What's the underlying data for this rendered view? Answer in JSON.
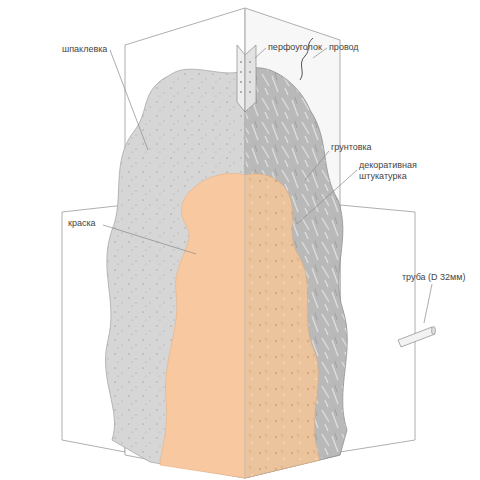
{
  "diagram": {
    "labels": [
      "шпаклевка",
      "перфоуголок",
      "провод",
      "грунтовка",
      "декоративная штукатурка",
      "краска",
      "труба (D 32мм)"
    ]
  }
}
